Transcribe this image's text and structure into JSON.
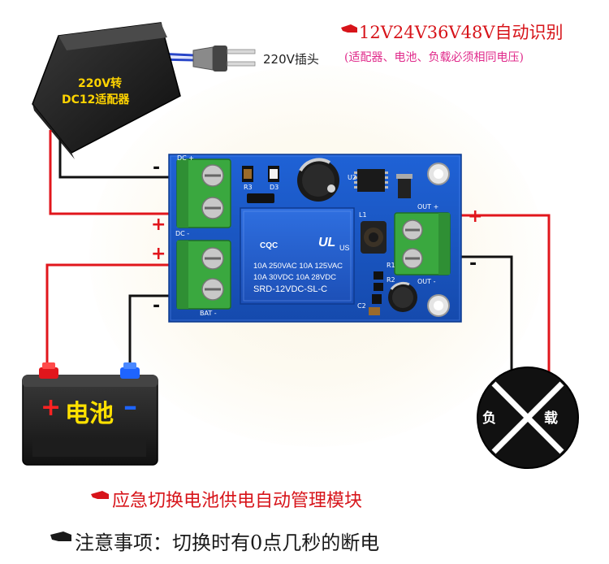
{
  "header": {
    "title": "12V24V36V48V自动识别",
    "subtitle": "(适配器、电池、负载必须相同电压)"
  },
  "plug": {
    "label": "220V插头"
  },
  "adapter": {
    "line1": "220V转",
    "line2": "DC12适配器"
  },
  "polarity": {
    "plus": "+",
    "minus": "-"
  },
  "board": {
    "labels": {
      "dc_top": "DC +",
      "dc_bottom": "DC -",
      "bat": "BAT -",
      "out_top": "OUT +",
      "out_bottom": "OUT -",
      "r3": "R3",
      "d3": "D3",
      "l1": "L1",
      "r1": "R1",
      "r2": "R2",
      "c2": "C2",
      "u2": "U2"
    },
    "relay": {
      "certs": "CQC",
      "ul": "UL",
      "us": "US",
      "rating1": "10A 250VAC  10A 125VAC",
      "rating2": "10A 30VDC  10A 28VDC",
      "model": "SRD-12VDC-SL-C"
    }
  },
  "battery": {
    "plus": "+",
    "label": "电池",
    "minus": "–"
  },
  "load": {
    "left": "负",
    "right": "载"
  },
  "footer": {
    "title": "应急切换电池供电自动管理模块",
    "note": "注意事项：切换时有0点几秒的断电"
  },
  "colors": {
    "red_text": "#d7141a",
    "pink_text": "#e0298a",
    "pcb": "#1a56c8",
    "terminal": "#3aa83f",
    "wire_red": "#e1161c",
    "wire_black": "#111111",
    "battery_yellow": "#ffe100",
    "battery_blue": "#1e64ff"
  },
  "icons": [
    "hand-pointer-icon",
    "power-plug-icon",
    "cross-lamp-icon"
  ]
}
